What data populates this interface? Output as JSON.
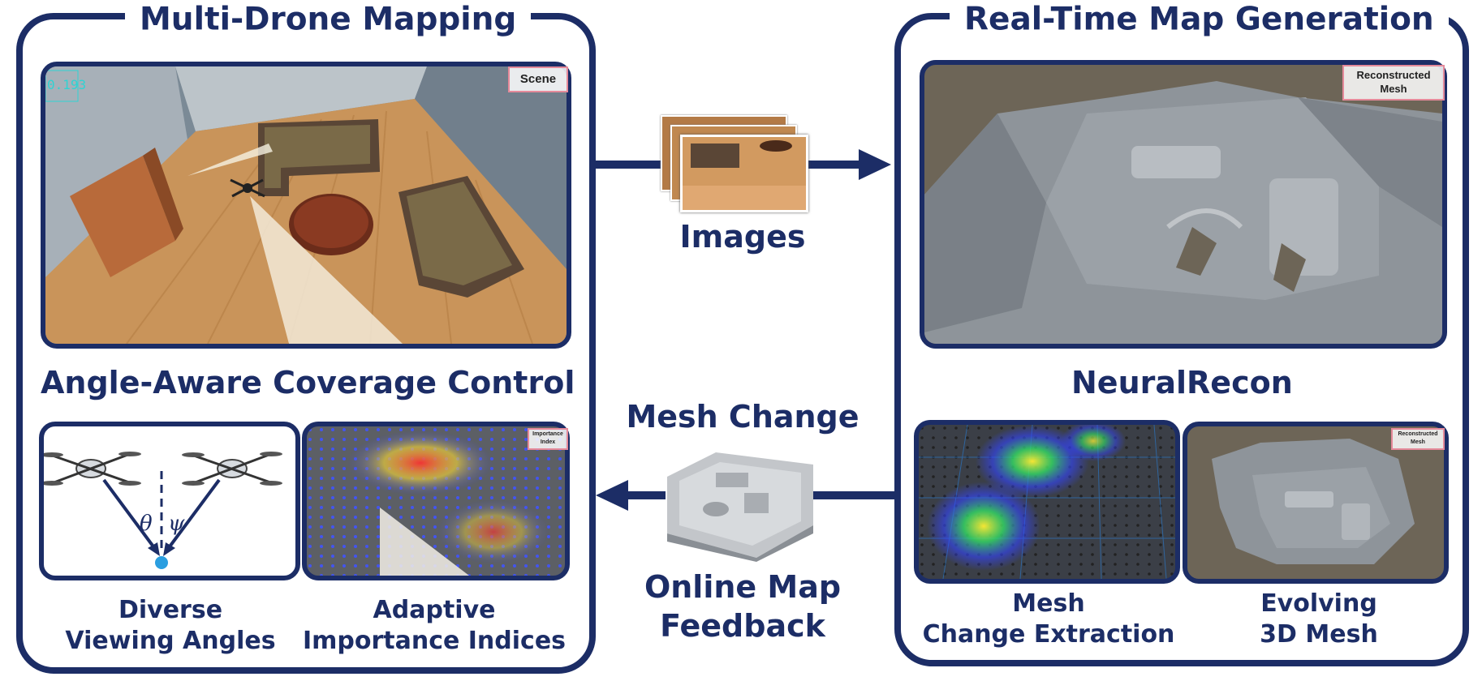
{
  "left_panel": {
    "title": "Multi-Drone Mapping",
    "scene_tag": "Scene",
    "scene_readout": "0.193",
    "section_label": "Angle-Aware Coverage Control",
    "sub_left_label_line1": "Diverse",
    "sub_left_label_line2": "Viewing Angles",
    "sub_right_label_line1": "Adaptive",
    "sub_right_label_line2": "Importance Indices",
    "importance_tag_line1": "Importance",
    "importance_tag_line2": "Index",
    "theta_symbol": "θ",
    "psi_symbol": "ψ"
  },
  "right_panel": {
    "title": "Real-Time Map Generation",
    "mesh_tag_line1": "Reconstructed",
    "mesh_tag_line2": "Mesh",
    "section_label": "NeuralRecon",
    "sub_left_label_line1": "Mesh",
    "sub_left_label_line2": "Change Extraction",
    "sub_right_label_line1": "Evolving",
    "sub_right_label_line2": "3D Mesh",
    "small_mesh_tag_line1": "Reconstructed",
    "small_mesh_tag_line2": "Mesh"
  },
  "center": {
    "images_label": "Images",
    "mesh_change_label": "Mesh Change",
    "feedback_line1": "Online Map",
    "feedback_line2": "Feedback"
  },
  "colors": {
    "navy": "#1c2d66",
    "floor": "#c8924f",
    "wall": "#9aa3ab",
    "mesh_gray": "#8e949a",
    "mesh_bg": "#6d6557"
  }
}
